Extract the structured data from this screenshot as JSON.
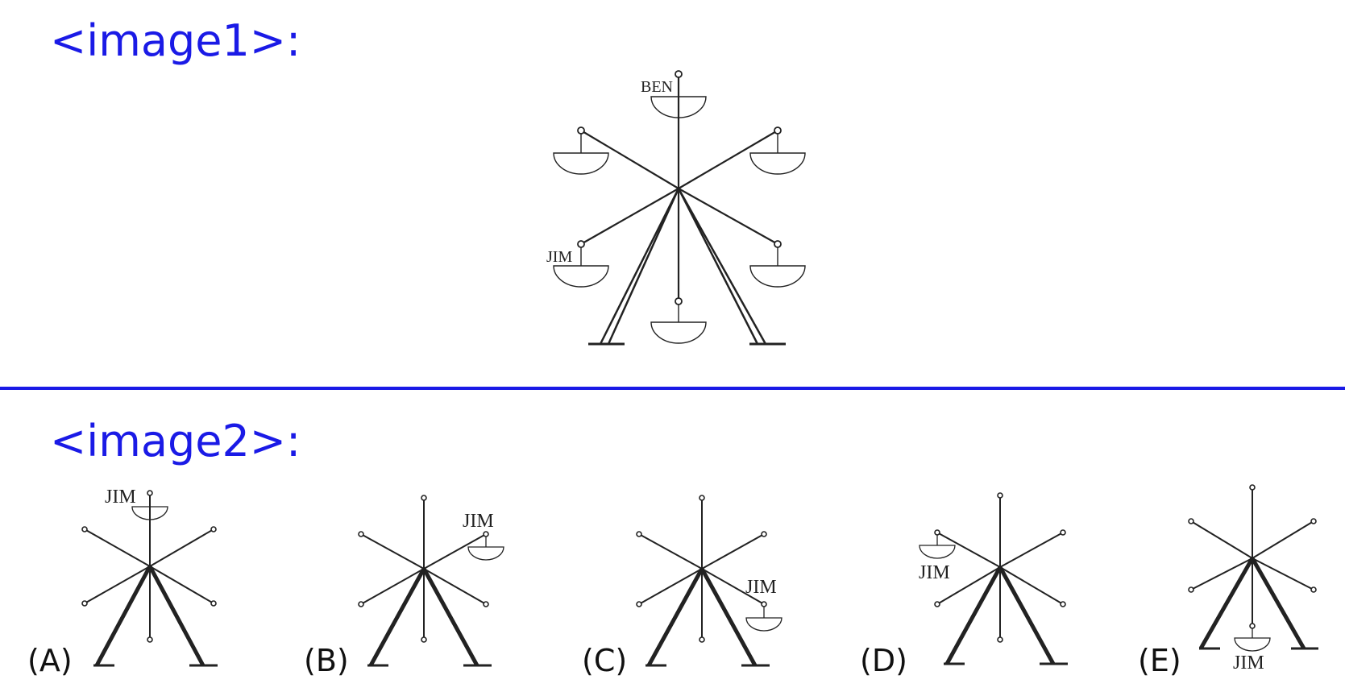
{
  "headers": {
    "image1": "<image1>:",
    "image2": "<image2>:"
  },
  "wheel": {
    "top_name": "BEN",
    "marked_name": "JIM"
  },
  "options": [
    {
      "letter": "(A)",
      "name": "JIM"
    },
    {
      "letter": "(B)",
      "name": "JIM"
    },
    {
      "letter": "(C)",
      "name": "JIM"
    },
    {
      "letter": "(D)",
      "name": "JIM"
    },
    {
      "letter": "(E)",
      "name": "JIM"
    }
  ],
  "colors": {
    "accent": "#1a1ae6",
    "ink": "#222222"
  }
}
